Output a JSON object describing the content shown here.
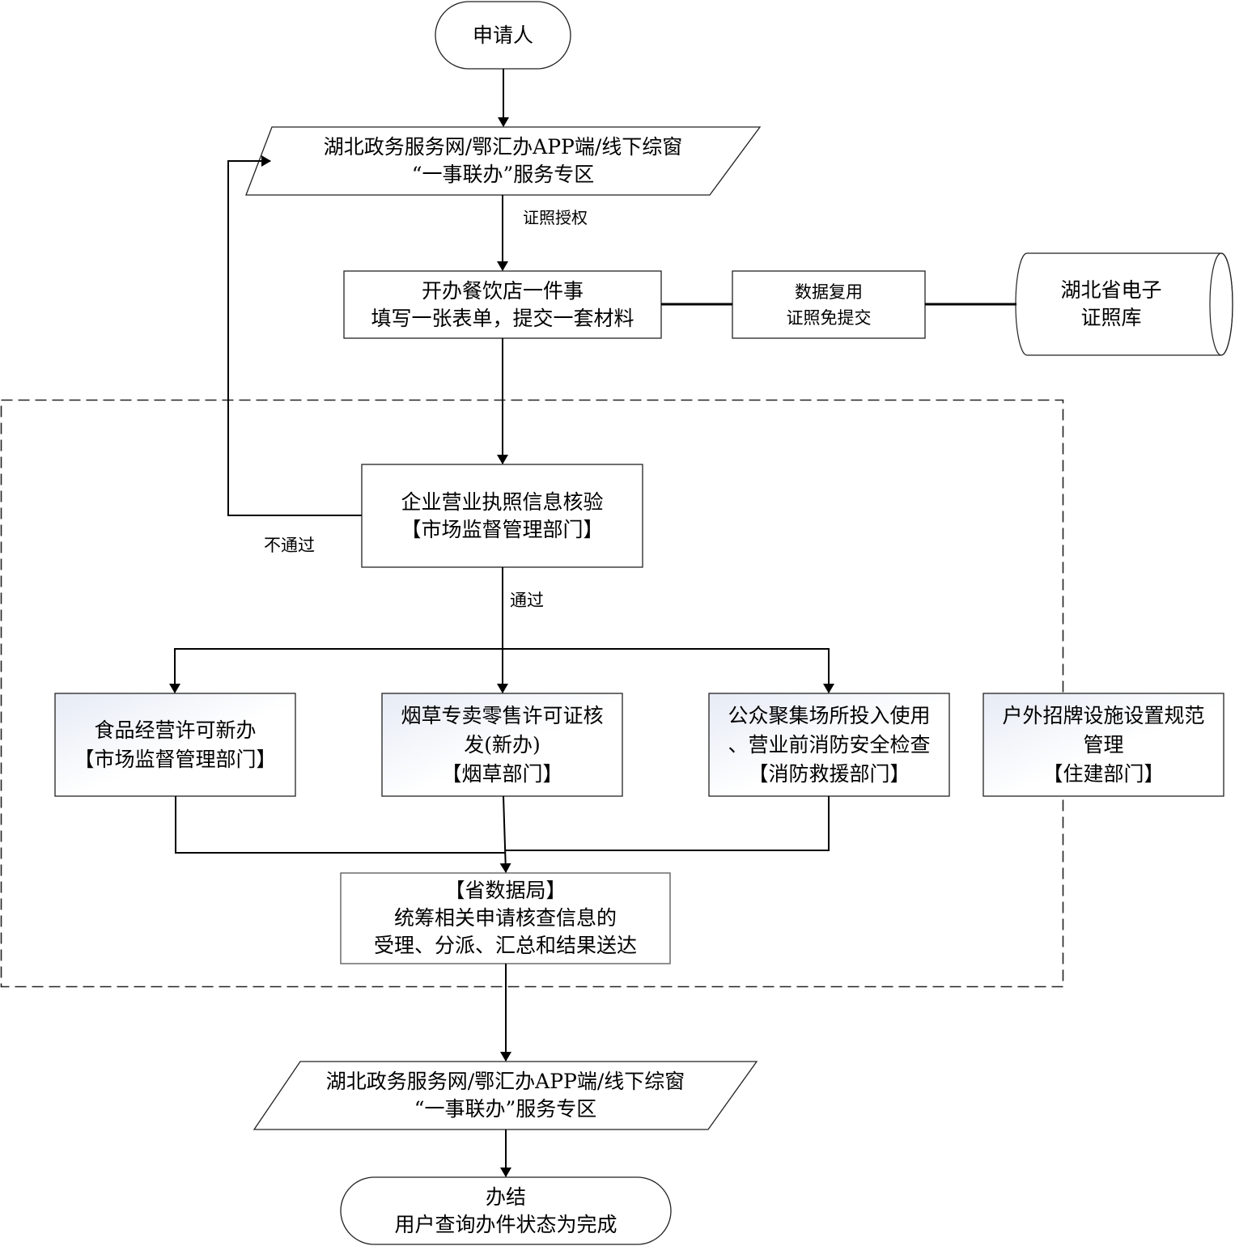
{
  "diagram": {
    "type": "flowchart",
    "start": {
      "label": "申请人"
    },
    "portal_top": {
      "line1": "湖北政务服务网/鄂汇办APP端/线下综窗",
      "line2": "“一事联办”服务专区"
    },
    "edge_auth_label": "证照授权",
    "form_box": {
      "line1": "开办餐饮店一件事",
      "line2": "填写一张表单，提交一套材料"
    },
    "reuse_box": {
      "line1": "数据复用",
      "line2": "证照免提交"
    },
    "license_db": {
      "line1": "湖北省电子",
      "line2": "证照库"
    },
    "verify_box": {
      "line1": "企业营业执照信息核验",
      "line2": "【市场监督管理部门】"
    },
    "edge_fail_label": "不通过",
    "edge_pass_label": "通过",
    "departments": [
      {
        "line1": "食品经营许可新办",
        "line2": "【市场监督管理部门】"
      },
      {
        "line1": "烟草专卖零售许可证核",
        "line2": "发(新办)",
        "line3": "【烟草部门】"
      },
      {
        "line1": "公众聚集场所投入使用",
        "line2": "、营业前消防安全检查",
        "line3": "【消防救援部门】"
      },
      {
        "line1": "户外招牌设施设置规范",
        "line2": "管理",
        "line3": "【住建部门】"
      }
    ],
    "data_bureau": {
      "line1": "【省数据局】",
      "line2": "统筹相关申请核查信息的",
      "line3": "受理、分派、汇总和结果送达"
    },
    "portal_bottom": {
      "line1": "湖北政务服务网/鄂汇办APP端/线下综窗",
      "line2": "“一事联办”服务专区"
    },
    "end": {
      "line1": "办结",
      "line2": "用户查询办件状态为完成"
    }
  }
}
